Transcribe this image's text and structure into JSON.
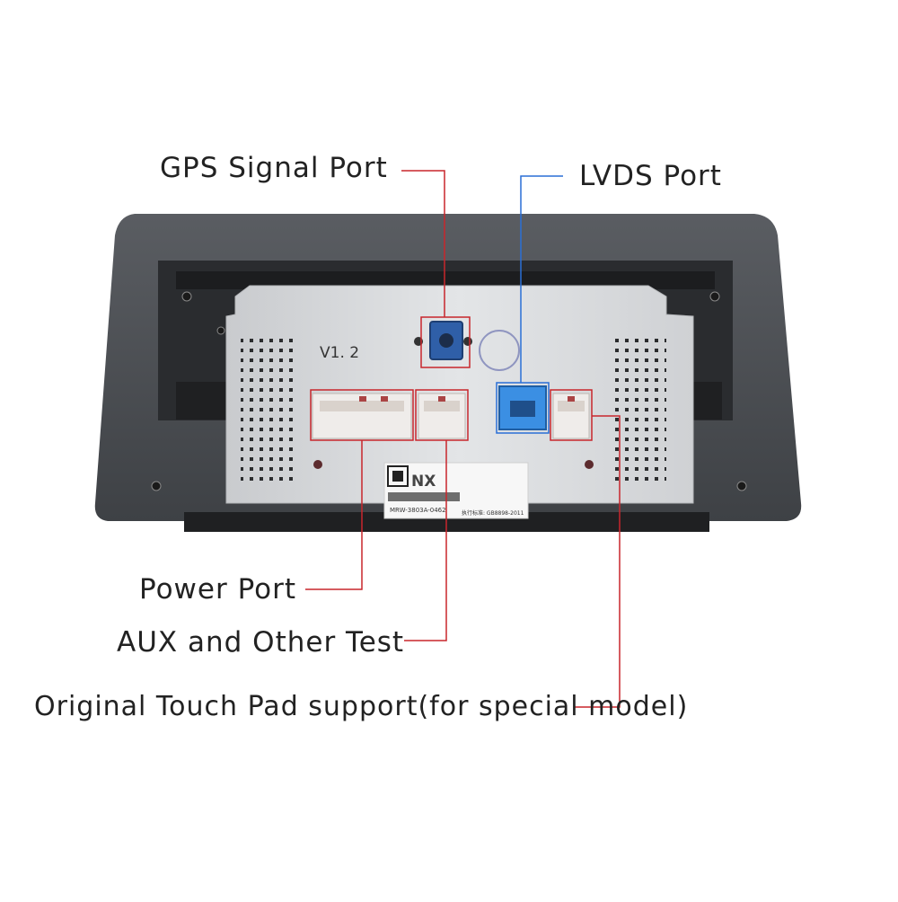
{
  "labels": {
    "gps": "GPS Signal Port",
    "lvds": "LVDS Port",
    "power": "Power Port",
    "aux": "AUX and Other Test",
    "touch": "Original Touch Pad support(for special model)"
  },
  "board": {
    "version": "V1. 2",
    "brand": "NX",
    "model_code": "MRW-3803A-0462",
    "standard": "执行标准: GB8898-2011"
  },
  "colors": {
    "leader_red": "#c8262c",
    "lvds_leader_blue": "#2a6fd6",
    "gps_connector": "#2f5fa8",
    "lvds_connector": "#3b8fe3",
    "housing": "#4a4d52",
    "plate": "#d9dbde"
  }
}
